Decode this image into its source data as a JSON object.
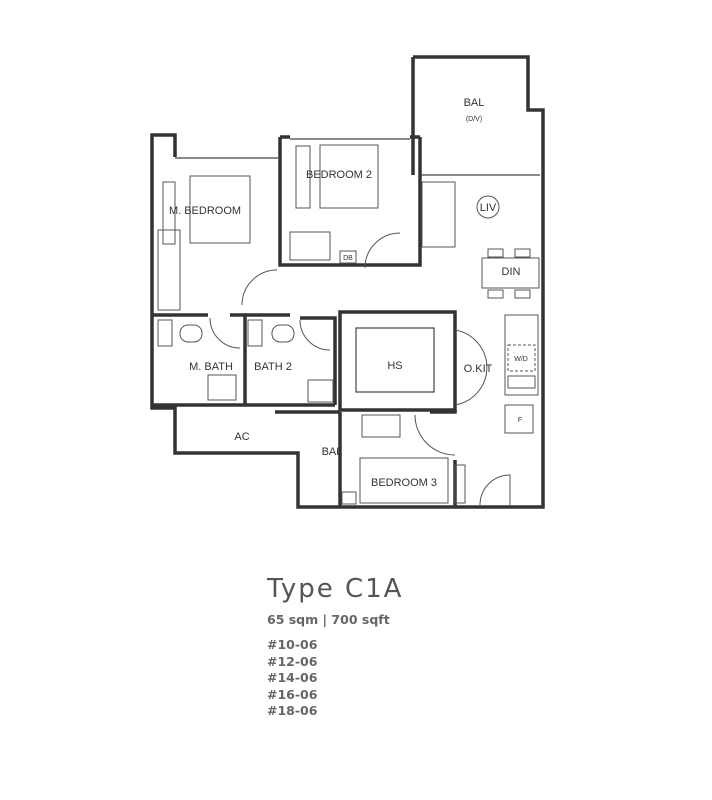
{
  "plan": {
    "rooms": {
      "bal_top": "BAL",
      "bal_top_note": "(D/V)",
      "bedroom2": "BEDROOM 2",
      "master_bedroom": "M. BEDROOM",
      "living": "LIV",
      "dining": "DIN",
      "household_shelter": "HS",
      "open_kitchen": "O.KIT",
      "master_bath": "M. BATH",
      "bath2": "BATH 2",
      "ac": "AC",
      "bal_bottom": "BAL",
      "bedroom3": "BEDROOM 3",
      "washer_dryer": "W/D",
      "fridge": "F",
      "distribution_board": "DB"
    }
  },
  "unit_type": {
    "title": "Type C1A",
    "area": "65 sqm  |  700 sqft",
    "units": [
      "#10-06",
      "#12-06",
      "#14-06",
      "#16-06",
      "#18-06"
    ]
  }
}
